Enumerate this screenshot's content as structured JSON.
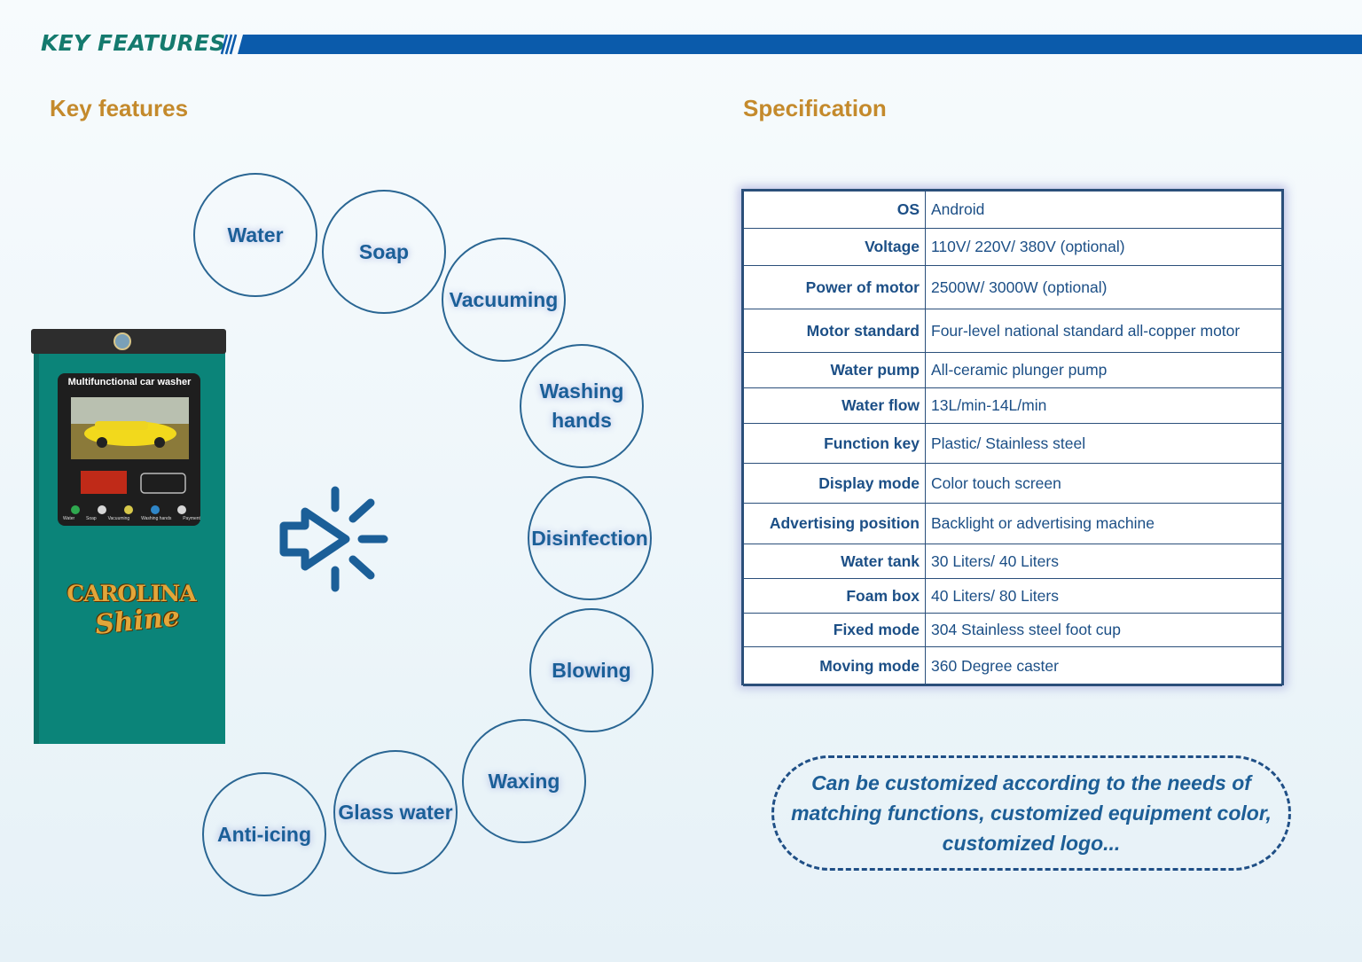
{
  "header": {
    "title": "KEY FEATURES"
  },
  "sections": {
    "features_title": "Key features",
    "spec_title": "Specification"
  },
  "machine": {
    "screen_title": "Multifunctional car washer",
    "buttons": [
      "Water",
      "Soap",
      "Vacuuming",
      "Washing hands",
      "Payment"
    ],
    "brand_line1": "CAROLINA",
    "brand_line2": "Shine",
    "body_color": "#0b8479",
    "top_color": "#2d2d2d"
  },
  "features": [
    {
      "line1": "Water",
      "line2": ""
    },
    {
      "line1": "Soap",
      "line2": ""
    },
    {
      "line1": "Vacuuming",
      "line2": ""
    },
    {
      "line1": "Washing",
      "line2": "hands"
    },
    {
      "line1": "Disinfection",
      "line2": ""
    },
    {
      "line1": "Blowing",
      "line2": ""
    },
    {
      "line1": "Waxing",
      "line2": ""
    },
    {
      "line1": "Glass water",
      "line2": ""
    },
    {
      "line1": "Anti-icing",
      "line2": ""
    }
  ],
  "specs": [
    {
      "key": "OS",
      "value": "Android"
    },
    {
      "key": "Voltage",
      "value": "110V/ 220V/ 380V (optional)"
    },
    {
      "key": "Power of motor",
      "value": "2500W/ 3000W (optional)"
    },
    {
      "key": "Motor standard",
      "value": "Four-level national standard all-copper motor"
    },
    {
      "key": "Water pump",
      "value": "All-ceramic plunger pump"
    },
    {
      "key": "Water flow",
      "value": "13L/min-14L/min"
    },
    {
      "key": "Function key",
      "value": "Plastic/ Stainless steel"
    },
    {
      "key": "Display mode",
      "value": "Color touch screen"
    },
    {
      "key": "Advertising position",
      "value": "Backlight or advertising machine"
    },
    {
      "key": "Water tank",
      "value": "30 Liters/ 40 Liters"
    },
    {
      "key": "Foam box",
      "value": "40 Liters/ 80 Liters"
    },
    {
      "key": "Fixed mode",
      "value": "304 Stainless steel foot cup"
    },
    {
      "key": "Moving mode",
      "value": "360 Degree caster"
    }
  ],
  "customize": {
    "line1": "Can be customized according to the needs of",
    "line2": "matching functions, customized equipment color,",
    "line3": "customized logo..."
  },
  "colors": {
    "accent_blue": "#0b5bab",
    "gold": "#c48a2c",
    "teal": "#147a6e"
  },
  "icons": {
    "arrow": "click-arrow-icon"
  }
}
